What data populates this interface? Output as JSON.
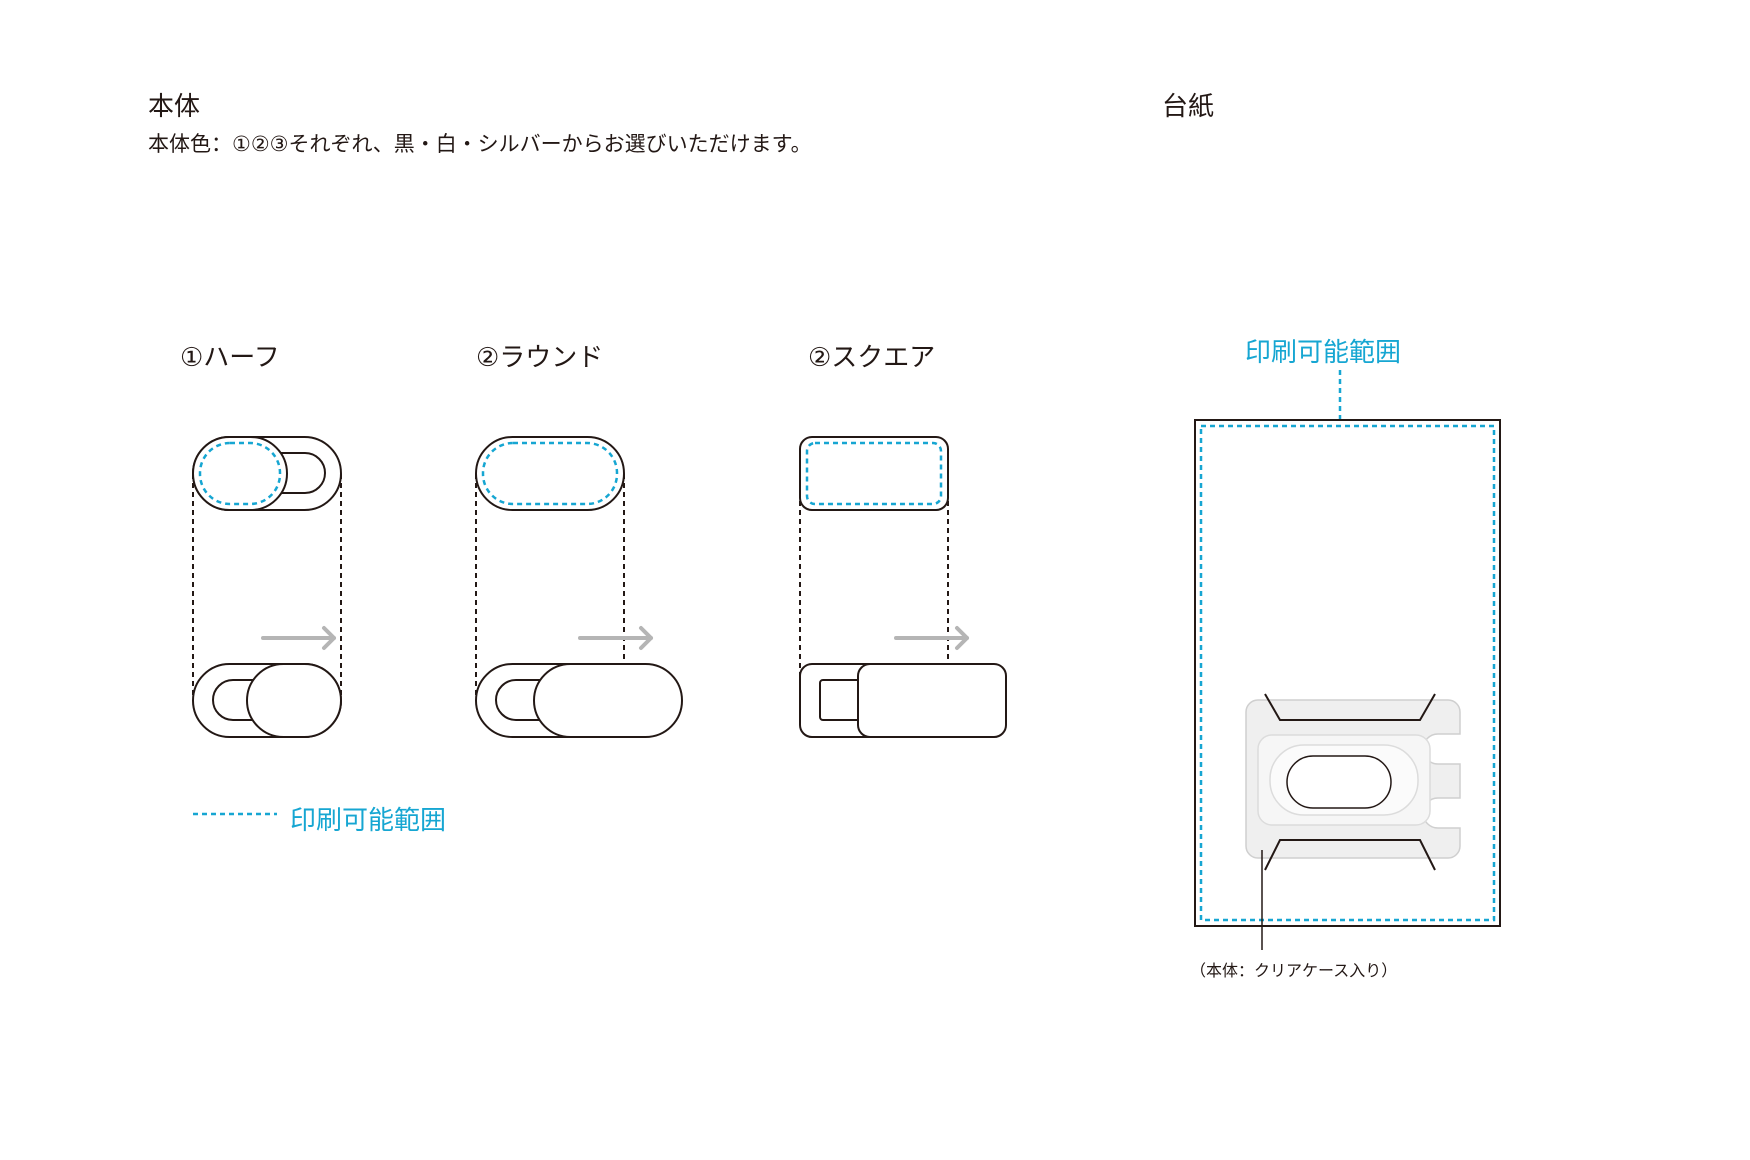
{
  "body_section": {
    "title": "本体",
    "subtitle": "本体色：①②③それぞれ、黒・白・シルバーからお選びいただけます。"
  },
  "variants": [
    {
      "label": "①ハーフ"
    },
    {
      "label": "②ラウンド"
    },
    {
      "label": "②スクエア"
    }
  ],
  "legend": {
    "label": "印刷可能範囲"
  },
  "card_section": {
    "title": "台紙",
    "print_area_label": "印刷可能範囲",
    "note": "（本体：クリアケース入り）"
  },
  "colors": {
    "print_area": "#16a6d2",
    "outline": "#231815",
    "arrow": "#b5b5b5",
    "case_fill": "#efefef"
  }
}
